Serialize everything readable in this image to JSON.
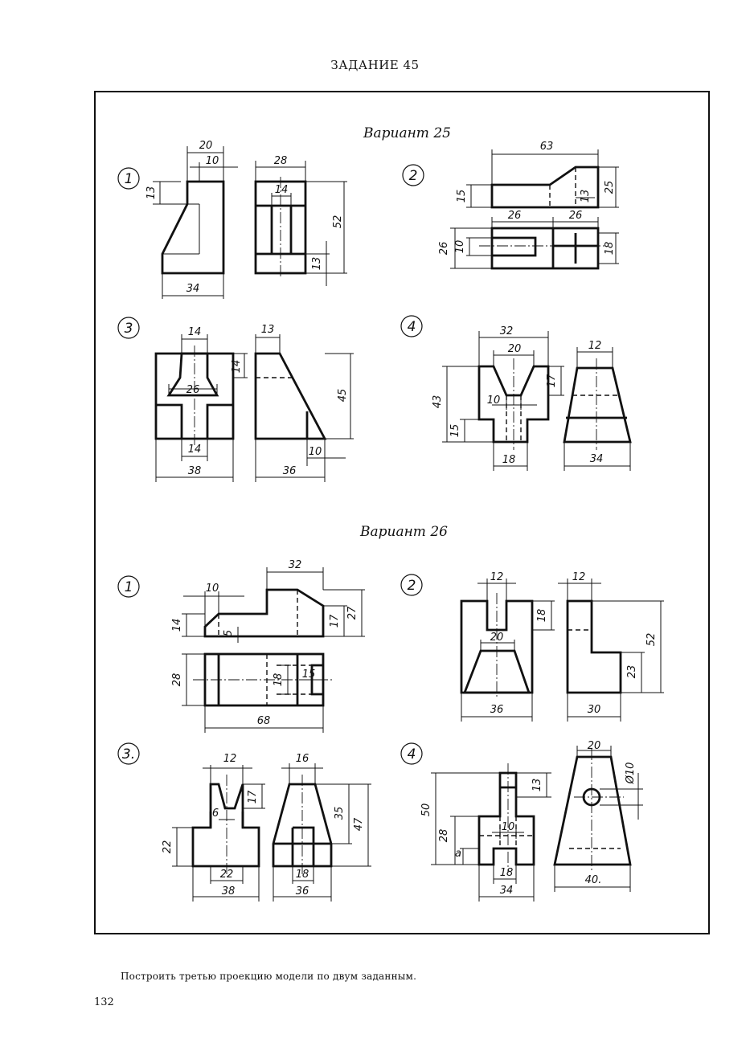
{
  "page": {
    "title": "ЗАДАНИЕ 45",
    "instruction": "Построить третью проекцию модели по двум заданным.",
    "page_number": "132"
  },
  "variants": [
    {
      "title": "Вариант 25",
      "exercises": [
        {
          "number": "1",
          "dimensions": [
            "20",
            "10",
            "13",
            "34",
            "28",
            "14",
            "52",
            "13"
          ]
        },
        {
          "number": "2",
          "dimensions": [
            "63",
            "15",
            "13",
            "25",
            "26",
            "26",
            "26",
            "10",
            "18"
          ]
        },
        {
          "number": "3",
          "dimensions": [
            "14",
            "14",
            "26",
            "14",
            "38",
            "13",
            "45",
            "10",
            "36"
          ]
        },
        {
          "number": "4",
          "dimensions": [
            "32",
            "20",
            "17",
            "43",
            "10",
            "15",
            "18",
            "12",
            "34"
          ]
        }
      ]
    },
    {
      "title": "Вариант 26",
      "exercises": [
        {
          "number": "1",
          "dimensions": [
            "32",
            "10",
            "14",
            "5",
            "17",
            "27",
            "28",
            "18",
            "15",
            "68"
          ]
        },
        {
          "number": "2",
          "dimensions": [
            "12",
            "18",
            "20",
            "36",
            "12",
            "52",
            "23",
            "30"
          ]
        },
        {
          "number": "3.",
          "dimensions": [
            "12",
            "17",
            "6",
            "22",
            "22",
            "38",
            "16",
            "35",
            "47",
            "18",
            "36"
          ]
        },
        {
          "number": "4",
          "dimensions": [
            "13",
            "50",
            "28",
            "10",
            "a",
            "18",
            "34",
            "20",
            "Ø10",
            "40."
          ]
        }
      ]
    }
  ]
}
